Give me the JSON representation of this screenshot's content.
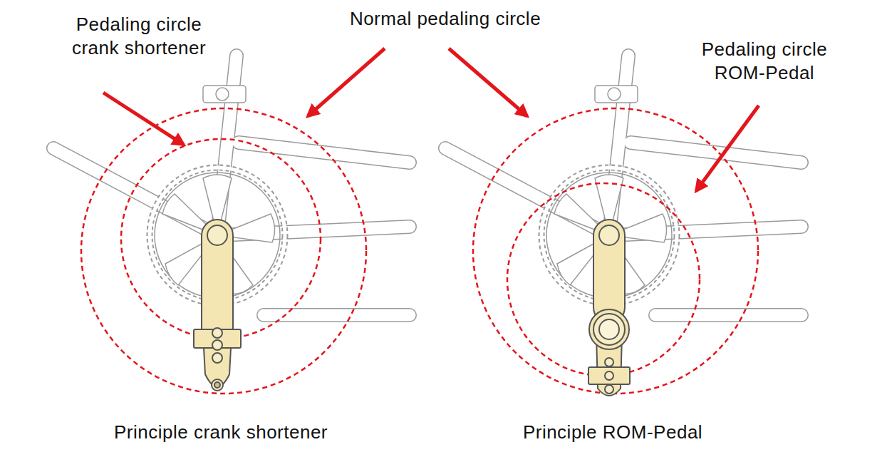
{
  "diagram": {
    "labels": [
      "Pedaling circle crank shortener",
      "Normal pedaling circle",
      "Pedaling circle ROM-Pedal",
      "Principle crank shortener",
      "Principle ROM-Pedal"
    ]
  }
}
